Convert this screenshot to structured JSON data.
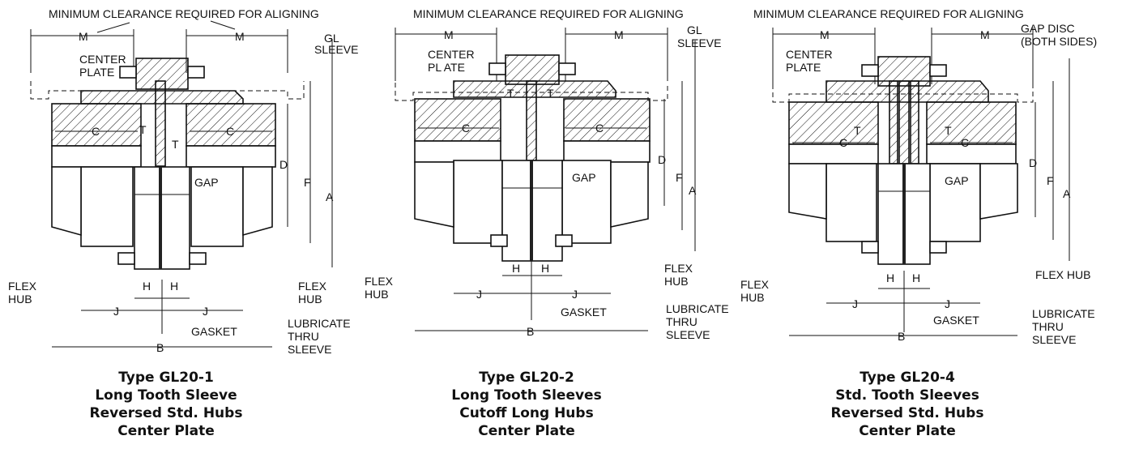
{
  "panels": [
    {
      "clearance": "MINIMUM CLEARANCE REQUIRED FOR ALIGNING",
      "labels": {
        "M": "M",
        "C": "C",
        "T": "T",
        "D": "D",
        "F": "F",
        "A": "A",
        "B": "B",
        "H": "H",
        "J": "J",
        "GAP": "GAP",
        "GASKET": "GASKET",
        "gl1": "GL",
        "gl2": "SLEEVE",
        "cp1": "CENTER",
        "cp2": "PLATE",
        "flexL1": "FLEX",
        "flexL2": "HUB",
        "flexR1": "FLEX",
        "flexR2": "HUB",
        "lub1": "LUBRICATE",
        "lub2": "THRU",
        "lub3": "SLEEVE"
      },
      "caption": [
        "Type GL20-1",
        "Long Tooth Sleeve",
        "Reversed Std. Hubs",
        "Center Plate"
      ]
    },
    {
      "clearance": "MINIMUM CLEARANCE REQUIRED FOR ALIGNING",
      "labels": {
        "M": "M",
        "C": "C",
        "T": "T",
        "D": "D",
        "F": "F",
        "A": "A",
        "B": "B",
        "H": "H",
        "J": "J",
        "GAP": "GAP",
        "GASKET": "GASKET",
        "gl1": "GL",
        "gl2": "SLEEVE",
        "cp1": "CENTER",
        "cp2": "PL ATE",
        "flexL1": "FLEX",
        "flexL2": "HUB",
        "flexR1": "FLEX",
        "flexR2": "HUB",
        "lub1": "LUBRICATE",
        "lub2": "THRU",
        "lub3": "SLEEVE"
      },
      "caption": [
        "Type GL20-2",
        "Long Tooth Sleeves",
        "Cutoff Long Hubs",
        "Center Plate"
      ]
    },
    {
      "clearance": "MINIMUM CLEARANCE REQUIRED FOR ALIGNING",
      "labels": {
        "M": "M",
        "C": "C",
        "T": "T",
        "D": "D",
        "F": "F",
        "A": "A",
        "B": "B",
        "H": "H",
        "J": "J",
        "GAP": "GAP",
        "GASKET": "GASKET",
        "gd1": "GAP DISC",
        "gd2": "(BOTH SIDES)",
        "cp1": "CENTER",
        "cp2": "PLATE",
        "flexL1": "FLEX",
        "flexL2": "HUB",
        "flexR": "FLEX HUB",
        "lub1": "LUBRICATE",
        "lub2": "THRU",
        "lub3": "SLEEVE"
      },
      "caption": [
        "Type GL20-4",
        "Std. Tooth Sleeves",
        "Reversed Std. Hubs",
        "Center Plate"
      ]
    }
  ]
}
